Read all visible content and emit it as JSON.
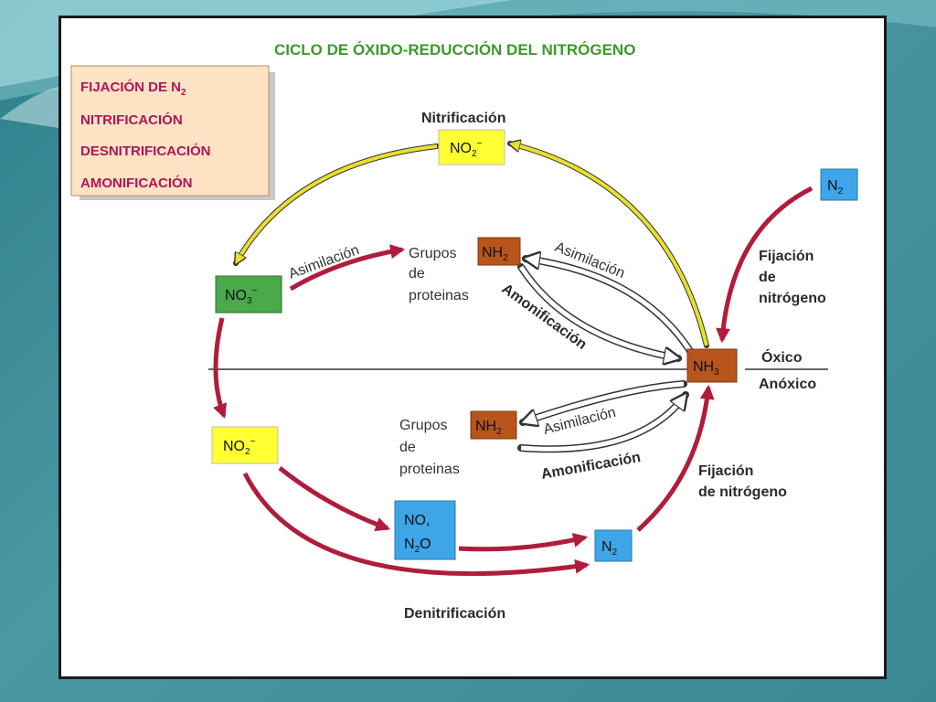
{
  "title": "CICLO DE ÓXIDO-REDUCCIÓN DEL NITRÓGENO",
  "legend": [
    {
      "text": "FIJACIÓN DE N",
      "sub": "2"
    },
    {
      "text": "NITRIFICACIÓN",
      "sub": ""
    },
    {
      "text": "DESNITRIFICACIÓN",
      "sub": ""
    },
    {
      "text": "AMONIFICACIÓN",
      "sub": ""
    }
  ],
  "compounds": {
    "no2_top": {
      "base": "NO",
      "sub": "2",
      "sup": "−"
    },
    "no3": {
      "base": "NO",
      "sub": "3",
      "sup": "−"
    },
    "no2_left": {
      "base": "NO",
      "sub": "2",
      "sup": "−"
    },
    "no_n2o": {
      "line1": "NO,",
      "line2_base": "N",
      "line2_sub": "2",
      "line2_rest": "O"
    },
    "n2_right": {
      "base": "N",
      "sub": "2"
    },
    "n2_bottom": {
      "base": "N",
      "sub": "2"
    },
    "nh3": {
      "base": "NH",
      "sub": "3"
    },
    "nh2_top": {
      "base": "NH",
      "sub": "2"
    },
    "nh2_bottom": {
      "base": "NH",
      "sub": "2"
    }
  },
  "labels": {
    "nitrificacion": "Nitrificación",
    "asimilacion_left": "Asimilación",
    "asimilacion_right_top": "Asimilación",
    "amonificacion_top": "Amonificación",
    "asimilacion_bottom": "Asimilación",
    "amonificacion_bottom": "Amonificación",
    "fijacion_right_1": "Fijación",
    "fijacion_right_2": "de",
    "fijacion_right_3": "nitrógeno",
    "fijacion_bottom_1": "Fijación",
    "fijacion_bottom_2": "de nitrógeno",
    "denitrificacion": "Denitrificación",
    "oxico": "Óxico",
    "anoxico": "Anóxico",
    "grupos_top_1": "Grupos",
    "grupos_top_2": "de",
    "grupos_top_3": "proteinas",
    "grupos_bottom_1": "Grupos",
    "grupos_bottom_2": "de",
    "grupos_bottom_3": "proteinas"
  },
  "colors": {
    "red_arrow": "#b01c3c",
    "yellow_arrow": "#e8e02a",
    "yellow_box": "#ffff33",
    "green_box": "#4ba84b",
    "blue_box": "#3ea6e8",
    "brown_box": "#b8551c",
    "legend_bg": "#fde2c4",
    "legend_text": "#b01556",
    "title_text": "#3a9a2a"
  }
}
